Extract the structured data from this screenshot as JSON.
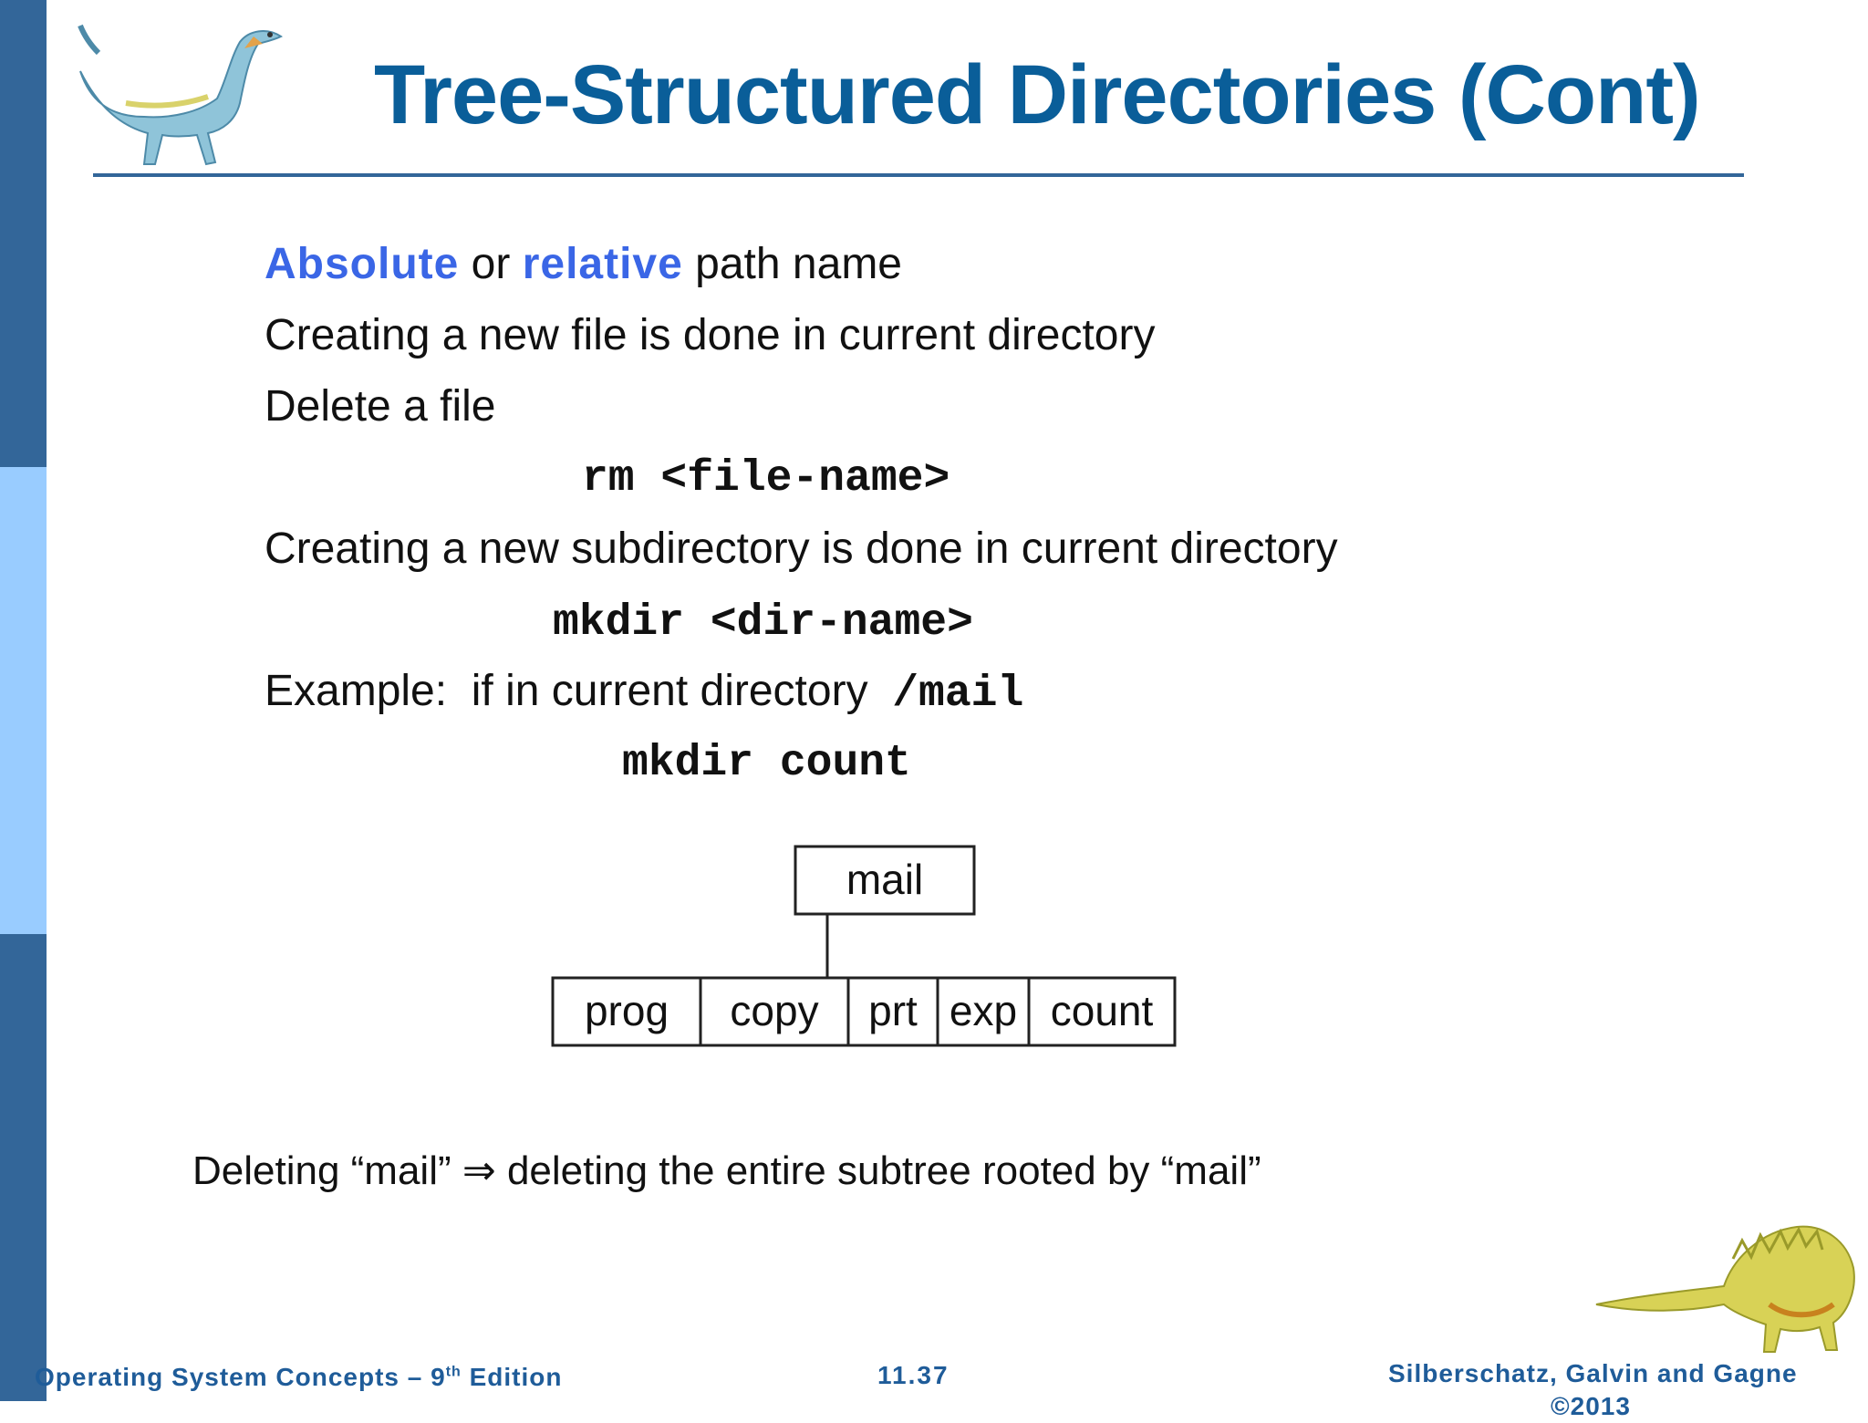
{
  "slide": {
    "title": "Tree-Structured Directories (Cont)",
    "bullets": {
      "path_kw_absolute": "Absolute",
      "path_or": " or ",
      "path_kw_relative": "relative",
      "path_rest": " path name",
      "create_file": "Creating a new file is done in current directory",
      "delete_file": "Delete a file",
      "rm_cmd": "rm <file-name>",
      "create_subdir": "Creating a new subdirectory is done in current directory",
      "mkdir_cmd": "mkdir <dir-name>",
      "example_text": "Example:  if in current directory  ",
      "example_path": "/mail",
      "mkdir_count": "mkdir count"
    },
    "tree": {
      "root": "mail",
      "children": [
        "prog",
        "copy",
        "prt",
        "exp",
        "count"
      ]
    },
    "footnote": "Deleting “mail” ⇒ deleting the entire subtree rooted by “mail”",
    "footer": {
      "left_pre": "Operating System Concepts – 9",
      "left_sup": "th",
      "left_post": " Edition",
      "page": "11.37",
      "right_line1": "Silberschatz, Galvin and Gagne",
      "right_line2": "©2013"
    }
  },
  "colors": {
    "title": "#0a5e99",
    "keyword": "#3a66e6",
    "band_dark": "#336699",
    "band_light": "#99ccff"
  },
  "icons": [
    "dinosaur-top-left",
    "dinosaur-bottom-right"
  ]
}
